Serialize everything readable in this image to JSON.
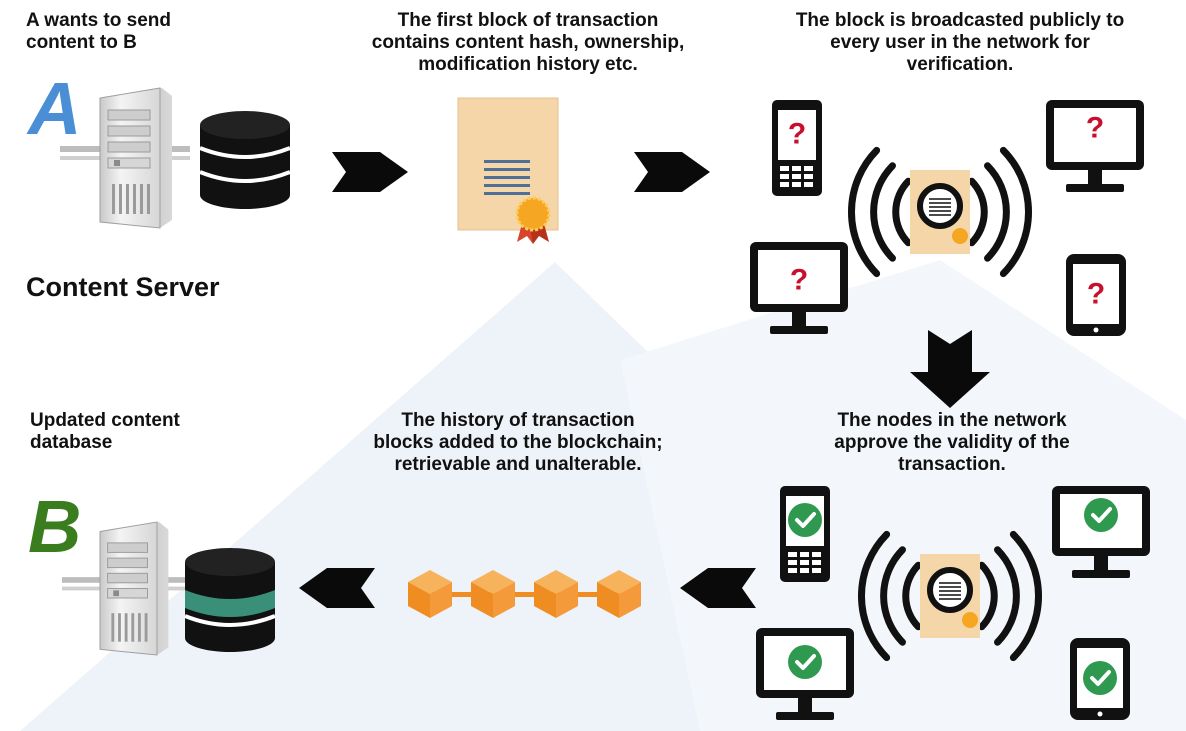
{
  "captions": {
    "a_wants": [
      "A wants to send",
      "content to B"
    ],
    "first_block": [
      "The first block of transaction",
      "contains content hash, ownership,",
      "modification history etc."
    ],
    "broadcast": [
      "The block is broadcasted publicly to",
      "every user in the network for",
      "verification."
    ],
    "updated_db": [
      "Updated content",
      "database"
    ],
    "history": [
      "The history of transaction",
      "blocks added to the blockchain;",
      "retrievable and unalterable."
    ],
    "nodes_approve": [
      "The nodes in the network",
      "approve the validity of the",
      "transaction."
    ]
  },
  "letters": {
    "a": "A",
    "b": "B"
  },
  "server_label": "Content Server",
  "colors": {
    "letter_a": "#4a8fd6",
    "letter_b": "#3a7d1e",
    "document": "#f5d6a8",
    "question": "#c8102e",
    "check": "#2f9a4f",
    "cube": "#f59a3a",
    "db_stripe": "#3a8f79",
    "background_shape": "#eef3f9"
  },
  "icons": {
    "question": "?",
    "check": "✓"
  }
}
